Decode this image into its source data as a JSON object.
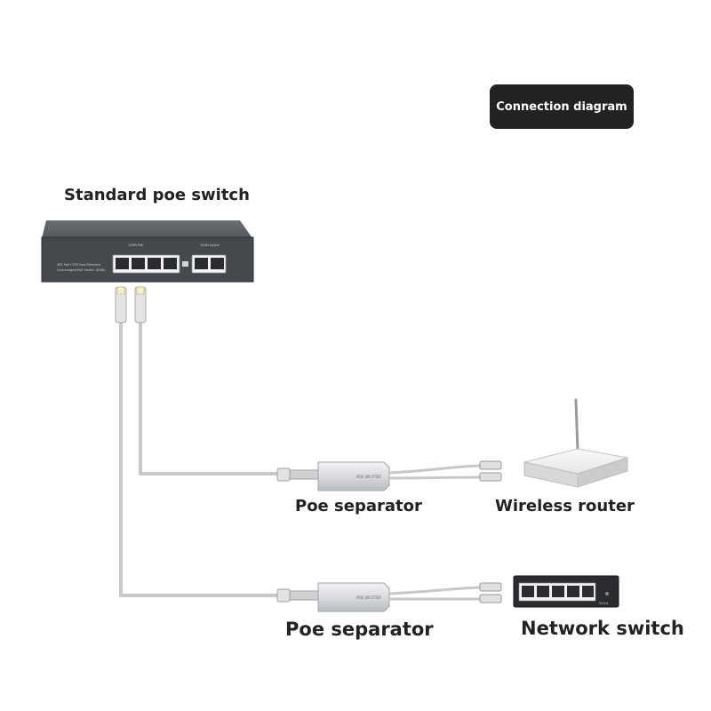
{
  "badge": {
    "label": "Connection diagram"
  },
  "labels": {
    "standard_switch": "Standard poe switch",
    "separator_1": "Poe separator",
    "wireless_router": "Wireless router",
    "separator_2": "Poe separator",
    "network_switch": "Network switch"
  },
  "device_markings": {
    "switch_port_group_1": "100M PoE",
    "switch_port_group_2": "100M Uplink",
    "switch_desc_line_1": "4FE PoE+2FE Fast Ethernet",
    "switch_desc_line_2": "Unmanaged PoE Switch (65W)",
    "separator_brand": "POE SPLITTER",
    "network_switch_power": "5V/1A"
  },
  "colors": {
    "badge_bg": "#222222",
    "label_text": "#222222",
    "cable": "#c8c8c8",
    "switch_body": "#4a4d52"
  }
}
